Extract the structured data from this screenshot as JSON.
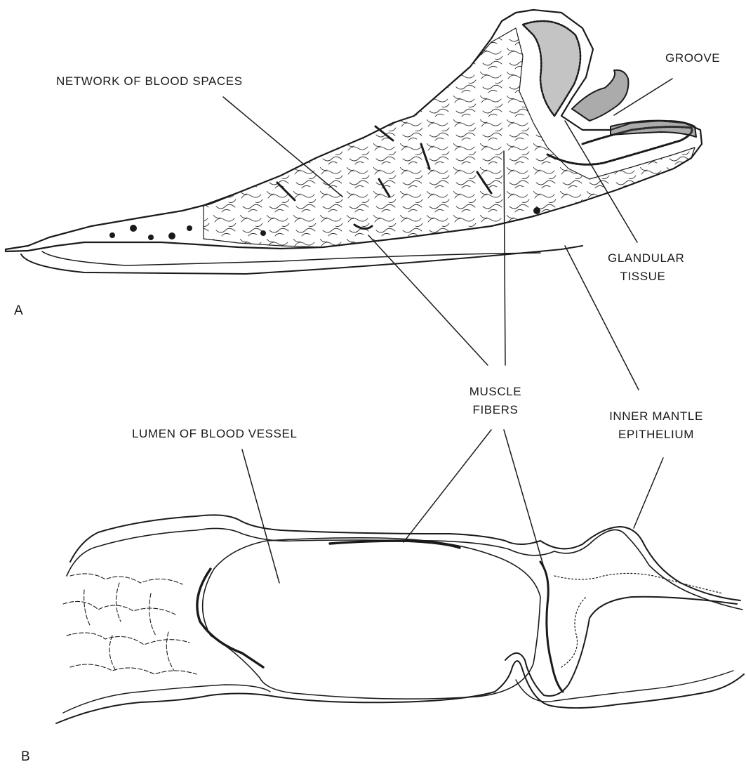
{
  "panels": [
    {
      "letter": "A"
    },
    {
      "letter": "B"
    }
  ],
  "labels": {
    "network_of_blood_spaces": "NETWORK OF BLOOD SPACES",
    "groove": "GROOVE",
    "glandular_tissue": [
      "GLANDULAR",
      "TISSUE"
    ],
    "muscle_fibers": [
      "MUSCLE",
      "FIBERS"
    ],
    "inner_mantle_epithelium": [
      "INNER MANTLE",
      "EPITHELIUM"
    ],
    "lumen_of_blood_vessel": "LUMEN OF BLOOD VESSEL"
  },
  "colors": {
    "ink": "#1a1a1a",
    "paper": "#ffffff"
  }
}
